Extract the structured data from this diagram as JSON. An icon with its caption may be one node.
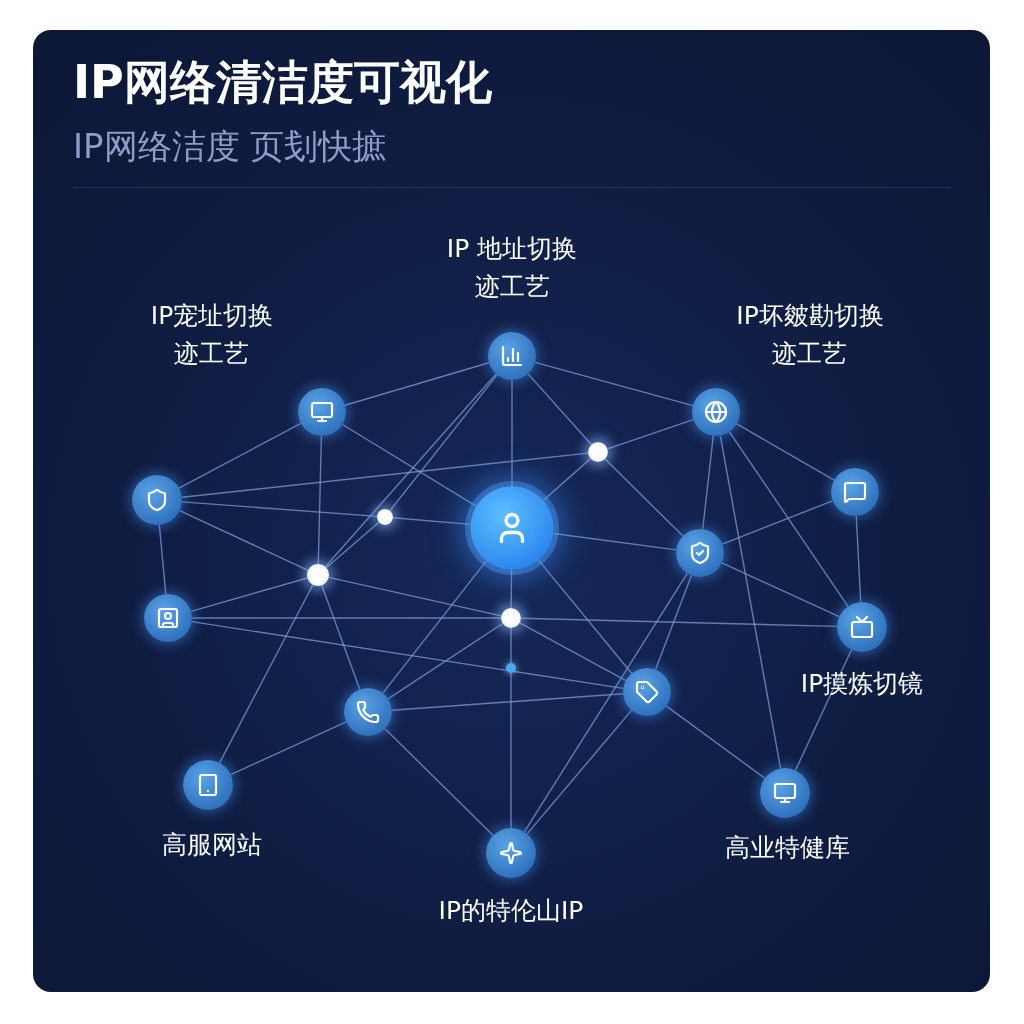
{
  "diagram": {
    "title": "IP网络清洁度可视化",
    "nodes": [
      {
        "text": [],
        "shape": "circle"
      },
      {
        "text": [
          "IP 地址切换",
          "迹工艺"
        ]
      },
      {
        "text": [
          "IP宠址切换",
          "迹工艺"
        ]
      },
      {
        "text": [
          "IP坏皴勘切换",
          "迹工艺"
        ]
      },
      {
        "text": [],
        "shape": "circle"
      },
      {
        "text": [],
        "shape": "circle"
      },
      {
        "text": [],
        "shape": "circle"
      },
      {
        "text": [],
        "shape": "circle"
      },
      {
        "text": [
          "IP摸炼切镜"
        ]
      },
      {
        "text": [],
        "shape": "circle"
      },
      {
        "text": [],
        "shape": "circle"
      },
      {
        "text": [
          "高服网站"
        ]
      },
      {
        "text": [
          "高业特健库"
        ]
      },
      {
        "text": [
          "IP的特伦山IP"
        ]
      },
      {
        "text": [],
        "shape": "circle"
      },
      {
        "text": [],
        "shape": "circle"
      },
      {
        "text": [],
        "shape": "circle"
      },
      {
        "text": [],
        "shape": "circle"
      },
      {
        "text": [],
        "shape": "circle"
      }
    ],
    "edges": [
      {
        "from": 1,
        "to": 2,
        "arrow": "none"
      },
      {
        "from": 1,
        "to": 3,
        "arrow": "none"
      },
      {
        "from": 1,
        "to": 0,
        "arrow": "none"
      },
      {
        "from": 1,
        "to": 16,
        "arrow": "none"
      },
      {
        "from": 1,
        "to": 14,
        "arrow": "none"
      },
      {
        "from": 1,
        "to": 15,
        "arrow": "none"
      },
      {
        "from": 0,
        "to": 17,
        "arrow": "none"
      },
      {
        "from": 17,
        "to": 18,
        "arrow": "none"
      },
      {
        "from": 18,
        "to": 13,
        "arrow": "none"
      },
      {
        "from": 2,
        "to": 4,
        "arrow": "none"
      },
      {
        "from": 2,
        "to": 16,
        "arrow": "none"
      },
      {
        "from": 2,
        "to": 0,
        "arrow": "none"
      },
      {
        "from": 4,
        "to": 15,
        "arrow": "none"
      },
      {
        "from": 4,
        "to": 14,
        "arrow": "none"
      },
      {
        "from": 4,
        "to": 16,
        "arrow": "none"
      },
      {
        "from": 3,
        "to": 14,
        "arrow": "none"
      },
      {
        "from": 3,
        "to": 5,
        "arrow": "none"
      },
      {
        "from": 3,
        "to": 6,
        "arrow": "none"
      },
      {
        "from": 3,
        "to": 8,
        "arrow": "none"
      },
      {
        "from": 3,
        "to": 12,
        "arrow": "none"
      },
      {
        "from": 14,
        "to": 0,
        "arrow": "none"
      },
      {
        "from": 14,
        "to": 6,
        "arrow": "none"
      },
      {
        "from": 15,
        "to": 0,
        "arrow": "none"
      },
      {
        "from": 15,
        "to": 16,
        "arrow": "none"
      },
      {
        "from": 16,
        "to": 7,
        "arrow": "none"
      },
      {
        "from": 16,
        "to": 9,
        "arrow": "none"
      },
      {
        "from": 16,
        "to": 17,
        "arrow": "none"
      },
      {
        "from": 16,
        "to": 11,
        "arrow": "none"
      },
      {
        "from": 7,
        "to": 17,
        "arrow": "none"
      },
      {
        "from": 7,
        "to": 4,
        "arrow": "none"
      },
      {
        "from": 7,
        "to": 10,
        "arrow": "none"
      },
      {
        "from": 0,
        "to": 6,
        "arrow": "none"
      },
      {
        "from": 0,
        "to": 10,
        "arrow": "none"
      },
      {
        "from": 0,
        "to": 9,
        "arrow": "none"
      },
      {
        "from": 6,
        "to": 5,
        "arrow": "none"
      },
      {
        "from": 6,
        "to": 8,
        "arrow": "none"
      },
      {
        "from": 6,
        "to": 10,
        "arrow": "none"
      },
      {
        "from": 6,
        "to": 13,
        "arrow": "none"
      },
      {
        "from": 17,
        "to": 10,
        "arrow": "none"
      },
      {
        "from": 17,
        "to": 8,
        "arrow": "none"
      },
      {
        "from": 17,
        "to": 9,
        "arrow": "none"
      },
      {
        "from": 9,
        "to": 10,
        "arrow": "none"
      },
      {
        "from": 9,
        "to": 11,
        "arrow": "none"
      },
      {
        "from": 9,
        "to": 13,
        "arrow": "none"
      },
      {
        "from": 10,
        "to": 13,
        "arrow": "none"
      },
      {
        "from": 10,
        "to": 12,
        "arrow": "none"
      },
      {
        "from": 8,
        "to": 12,
        "arrow": "none"
      },
      {
        "from": 5,
        "to": 8,
        "arrow": "none"
      }
    ],
    "labels": [
      "IP网络洁度 页刬快摭"
    ]
  }
}
